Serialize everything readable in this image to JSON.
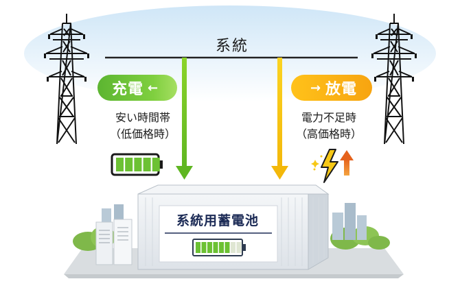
{
  "grid": {
    "label": "系統"
  },
  "charge": {
    "label": "充電",
    "arrow": "←",
    "caption_line1": "安い時間帯",
    "caption_line2": "（低価格時）",
    "battery_level": 1.0
  },
  "discharge": {
    "label": "放電",
    "arrow": "→",
    "caption_line1": "電力不足時",
    "caption_line2": "（高価格時）"
  },
  "storage": {
    "label": "系統用蓄電池",
    "battery_level": 0.8
  },
  "colors": {
    "charge_green": "#6cc133",
    "discharge_yellow": "#f9c80e",
    "discharge_orange": "#f7a410",
    "navy": "#1b2a55",
    "sky": "#d8ecf8"
  },
  "icons": [
    "transmission-tower-icon",
    "lightning-icon",
    "up-arrow-icon",
    "battery-icon"
  ]
}
